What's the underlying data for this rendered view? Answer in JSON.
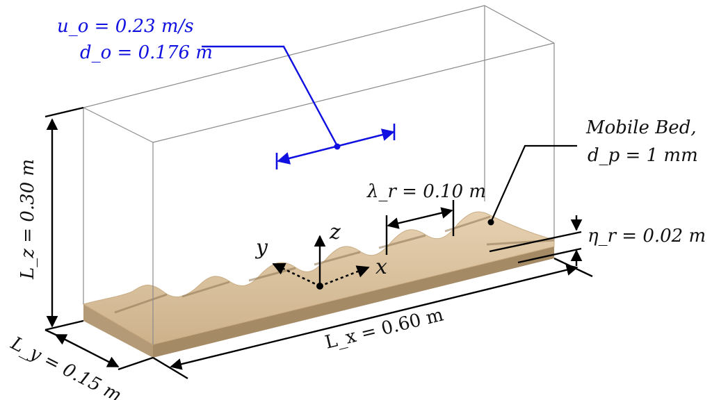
{
  "flow": {
    "velocity_label": "u_o = 0.23 m/s",
    "depth_label": "d_o = 0.176 m",
    "color": "#1010e0"
  },
  "bed": {
    "label_line1": "Mobile Bed,",
    "label_line2": "d_p = 1 mm",
    "sand_color": "#dcc3a0",
    "sand_shadow": "#b49a76"
  },
  "dimensions": {
    "lz": "L_z = 0.30 m",
    "ly": "L_y = 0.15 m",
    "lx": "L_x = 0.60 m",
    "wavelength": "λ_r = 0.10 m",
    "amplitude": "η_r = 0.02 m"
  },
  "axes": {
    "x": "x",
    "y": "y",
    "z": "z"
  }
}
